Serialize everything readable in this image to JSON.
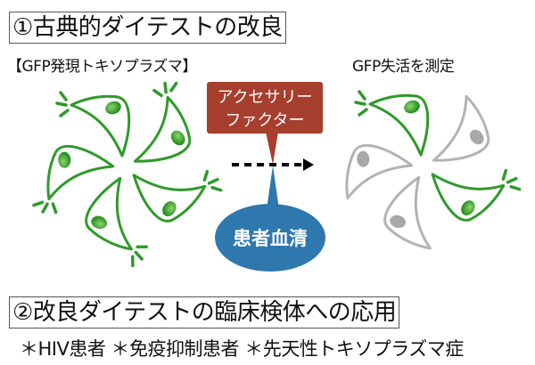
{
  "section1": {
    "title": "①古典的ダイテストの改良"
  },
  "left_label": "【GFP発現トキソプラズマ】",
  "right_label": "GFP失活を測定",
  "accessory_callout": {
    "line1": "アクセサリー",
    "line2": "ファクター"
  },
  "serum_callout": {
    "text": "患者血清"
  },
  "section2": {
    "title": "②改良ダイテストの臨床検体への応用"
  },
  "applications": "＊HIV患者 ＊免疫抑制患者 ＊先天性トキソプラズマ症",
  "colors": {
    "green": "#2f9a2a",
    "gray": "#b3b3b3",
    "red": "#a63f2e",
    "blue": "#2f78ad"
  }
}
